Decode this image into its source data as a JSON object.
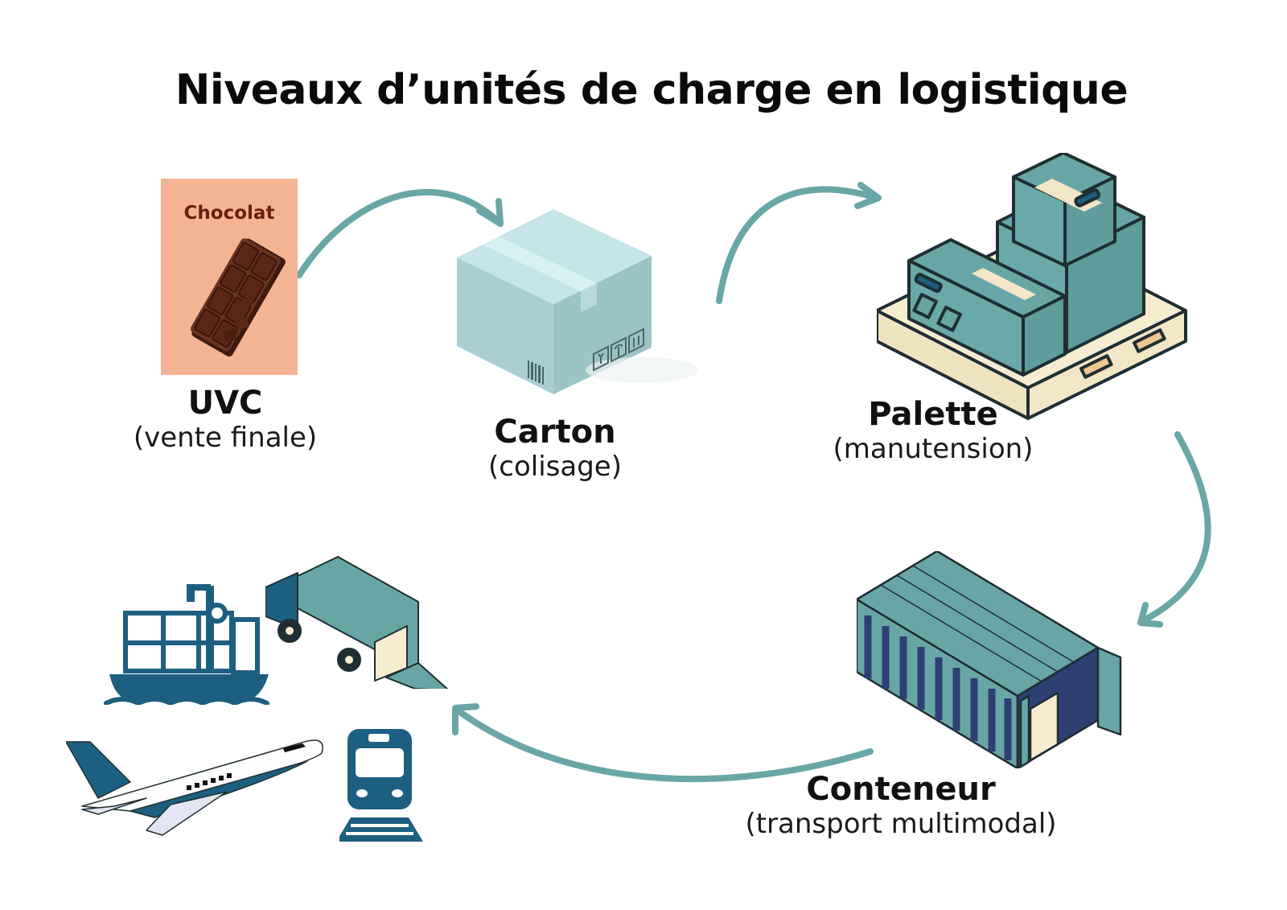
{
  "title": "Niveaux d’unités de charge en logistique",
  "colors": {
    "arrow": "#6aa6a6",
    "teal": "#68a6a6",
    "navy": "#1d5f80",
    "container_dark": "#2e3f73",
    "pallet": "#f6ecd0",
    "uvc_bg": "#f4b493",
    "chocolate": "#5a2a1c",
    "carton": "#bfe0e3"
  },
  "levels": [
    {
      "id": "uvc",
      "name": "UVC",
      "subtitle": "(vente finale)",
      "icon": "chocolate-bar-icon",
      "package_label": "Chocolat"
    },
    {
      "id": "carton",
      "name": "Carton",
      "subtitle": "(colisage)",
      "icon": "cardboard-box-icon"
    },
    {
      "id": "palette",
      "name": "Palette",
      "subtitle": "(manutension)",
      "icon": "pallet-icon"
    },
    {
      "id": "conteneur",
      "name": "Conteneur",
      "subtitle": "(transport multimodal)",
      "icon": "shipping-container-icon"
    }
  ],
  "transport_modes": [
    {
      "name": "ship",
      "icon": "cargo-ship-icon"
    },
    {
      "name": "truck",
      "icon": "delivery-truck-icon"
    },
    {
      "name": "plane",
      "icon": "airplane-icon"
    },
    {
      "name": "train",
      "icon": "train-icon"
    }
  ]
}
